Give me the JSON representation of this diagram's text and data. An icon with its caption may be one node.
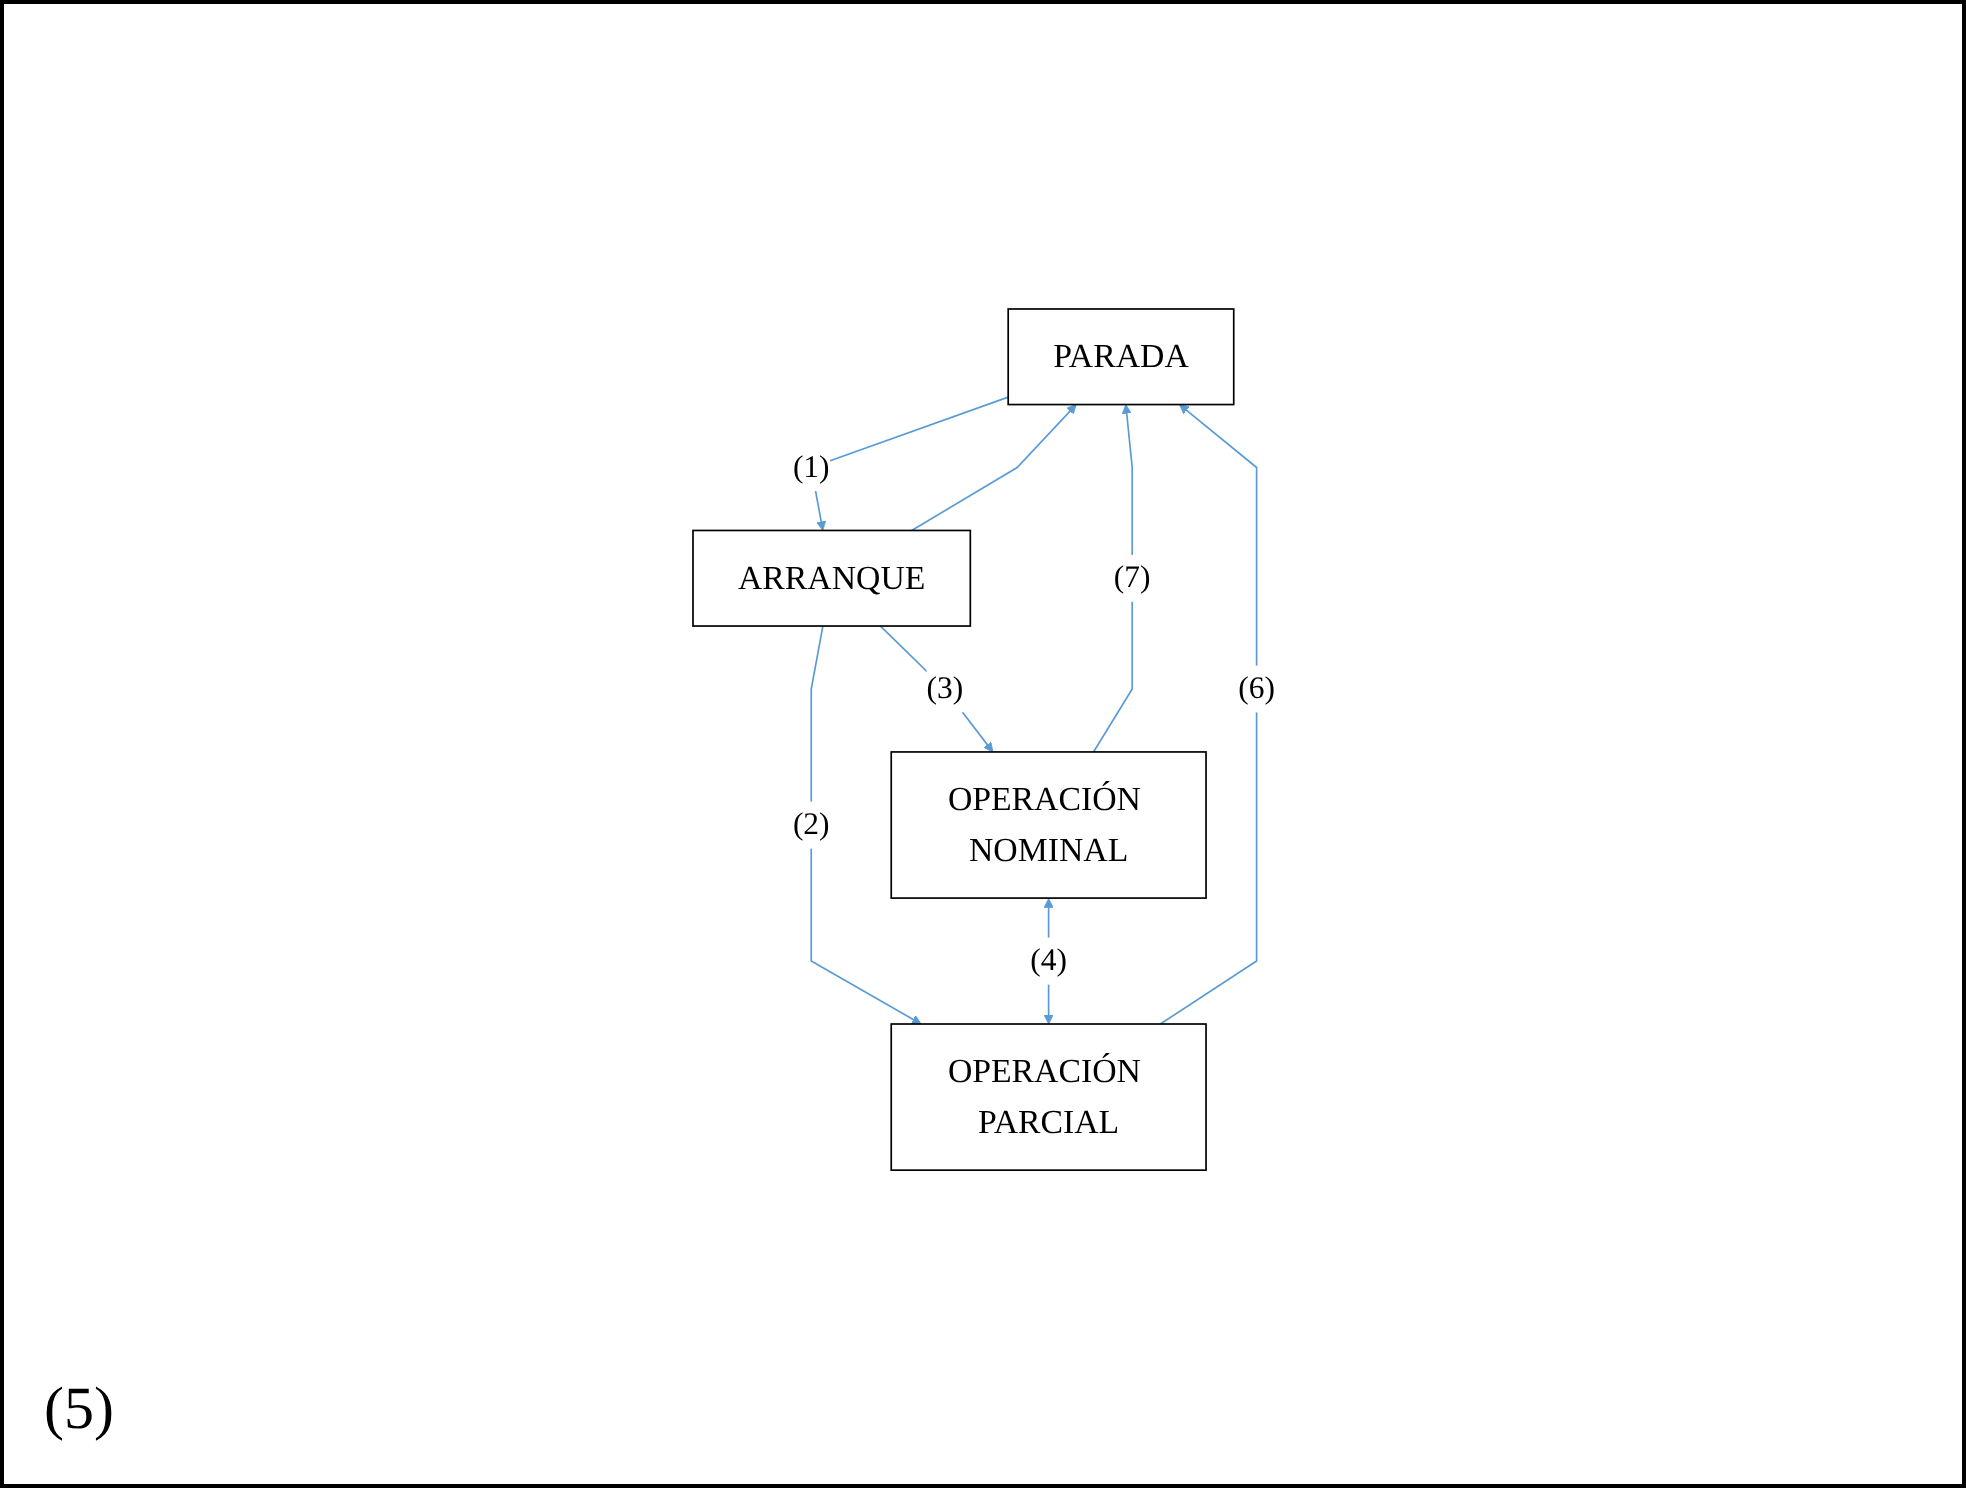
{
  "diagram": {
    "nodes": [
      {
        "text": [
          "PARADA"
        ]
      },
      {
        "text": [
          "ARRANQUE"
        ]
      },
      {
        "text": [
          "OPERACIÓN NOMINAL"
        ]
      },
      {
        "text": [
          "OPERACIÓN PARCIAL"
        ]
      }
    ],
    "edges": [
      {
        "from": 0,
        "to": 1,
        "arrow": "to",
        "label": "(1)"
      },
      {
        "from": 1,
        "to": 3,
        "arrow": "to",
        "label": "(2)"
      },
      {
        "from": 1,
        "to": 2,
        "arrow": "to",
        "label": "(3)"
      },
      {
        "from": 2,
        "to": 3,
        "arrow": "both",
        "label": "(4)"
      },
      {
        "from": 3,
        "to": 0,
        "arrow": "to",
        "label": "(6)"
      },
      {
        "from": 2,
        "to": 0,
        "arrow": "to",
        "label": "(7)"
      },
      {
        "from": 1,
        "to": 0,
        "arrow": "to"
      }
    ],
    "labels": [
      "(5)"
    ]
  }
}
